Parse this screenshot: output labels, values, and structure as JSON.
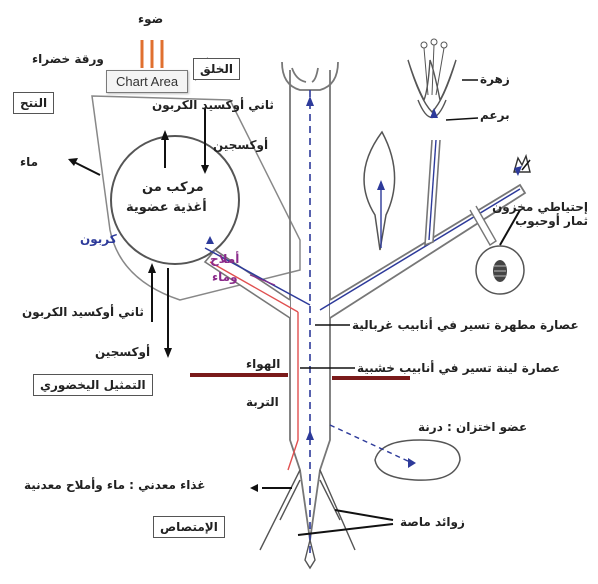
{
  "labels": {
    "light": "ضوء",
    "green_leaf": "ورقة خضراء",
    "transpiration": "النتح",
    "synthesis_box": "الخلق",
    "water": "ماء",
    "co2_top": "ثاني أوكسيد الكربون",
    "oxygen_top": "أوكسجين",
    "organic_compound_line1": "مركب من",
    "organic_compound_line2": "أغذية عضوية",
    "carbon": "كربون",
    "salts": "أملاح",
    "and_water": "وماء",
    "co2_bottom": "ثاني أوكسيد الكربون",
    "oxygen_bottom": "أوكسجين",
    "photosynthesis": "التمثيل اليخضوري",
    "air": "الهواء",
    "soil": "التربة",
    "mineral_food": "غذاء معدني : ماء وأملاح معدنية",
    "absorption": "الإمتصاص",
    "flower": "زهرة",
    "bud": "برعم",
    "storage": "إحتياطي مخزون ثمار أوحبوب",
    "raw_sap": "عصارة مطهرة تسير في أنابيب غربالية",
    "elaborated_sap": "عصارة لينة تسير في أنابيب خشبية",
    "storage_organ": "عضو اختزان : درنة",
    "root_hairs": "زوائد ماصة"
  },
  "tooltip": {
    "text": "Chart Area"
  },
  "colors": {
    "raw_sap": "#2d3a9a",
    "elaborated_sap": "#e05050",
    "ground_line": "#7a1a1a",
    "light_rays": "#e07030"
  }
}
